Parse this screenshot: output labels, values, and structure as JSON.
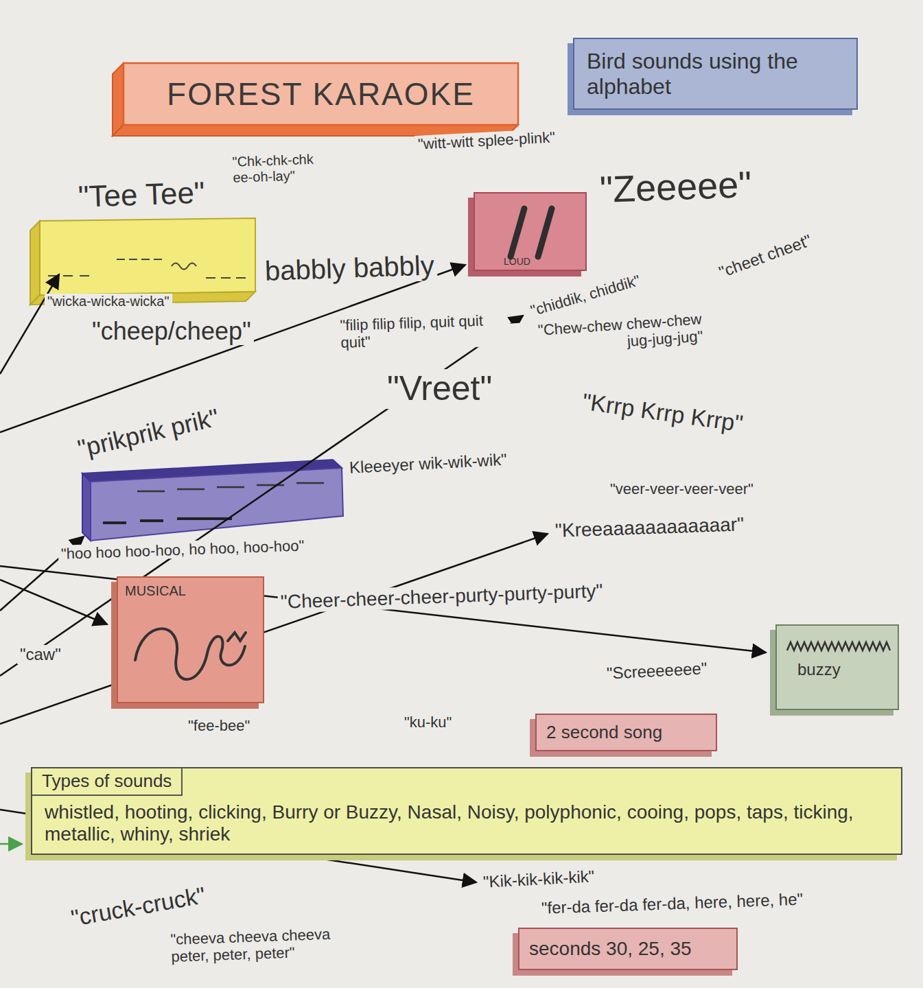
{
  "diagram": {
    "title": "FOREST KARAOKE",
    "nodes": [
      {
        "text": [
          "Bird sounds using the alphabet"
        ]
      },
      {
        "text": [
          "LOUD"
        ]
      },
      {
        "text": [
          "MUSICAL"
        ]
      },
      {
        "text": [
          "buzzy"
        ]
      },
      {
        "text": [
          "2 second song"
        ]
      },
      {
        "text": [
          "Types of sounds",
          "whistled, hooting, clicking, Burry or Buzzy, Nasal, Noisy, polyphonic, cooing, pops, taps, ticking, metallic, whiny, shriek"
        ]
      },
      {
        "text": [
          "seconds 30, 25, 35"
        ]
      }
    ],
    "labels": [
      "\"Tee Tee\"",
      "\"Chk-chk-chk ee-oh-lay\"",
      "\"witt-witt splee-plink\"",
      "\"Zeeeee\"",
      "babbly babbly",
      "\"wicka-wicka-wicka\"",
      "\"chiddik, chiddik\"",
      "\"cheet cheet\"",
      "\"cheep/cheep\"",
      "\"filip filip filip, quit quit quit\"",
      "\"Chew-chew chew-chew jug-jug-jug\"",
      "\"prikprik prik\"",
      "\"Vreet\"",
      "\"Krrp Krrp Krrp\"",
      "Kleeeyer wik-wik-wik\"",
      "\"veer-veer-veer-veer\"",
      "\"hoo hoo hoo-hoo, ho hoo, hoo-hoo\"",
      "\"Kreeaaaaaaaaaaaar\"",
      "\"caw\"",
      "\"Cheer-cheer-cheer-purty-purty-purty\"",
      "\"Screeeeeee\"",
      "\"fee-bee\"",
      "\"ku-ku\"",
      "\"Kik-kik-kik-kik\"",
      "\"cruck-cruck\"",
      "\"fer-da fer-da fer-da, here, here, he\"",
      "\"cheeva cheeva cheeva peter, peter, peter\""
    ]
  }
}
